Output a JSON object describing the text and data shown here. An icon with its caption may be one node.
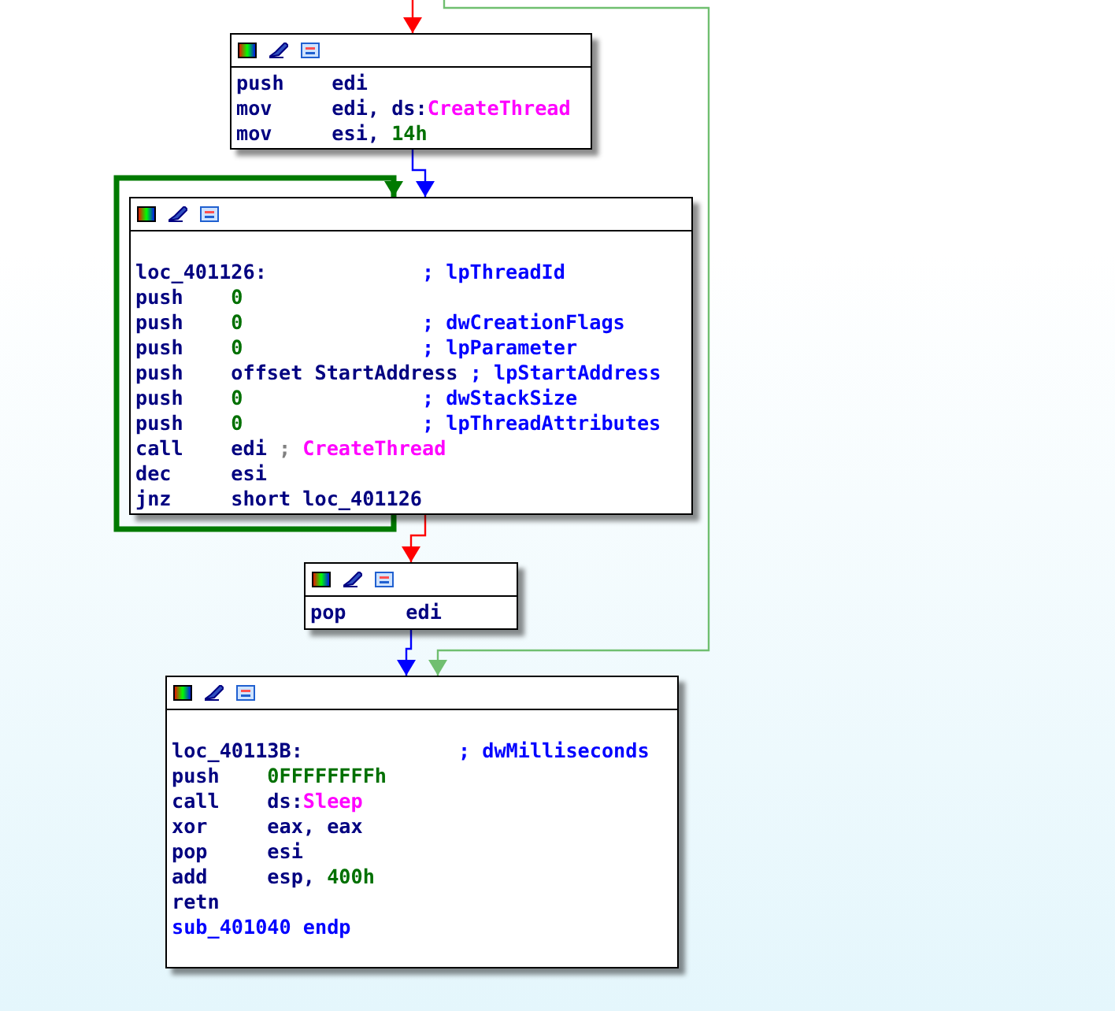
{
  "diagram": {
    "nodes": [
      {
        "text": [
          "push edi",
          "mov edi, ds:CreateThread",
          "mov esi, 14h"
        ]
      },
      {
        "text": [
          "loc_401126: ; lpThreadId",
          "push 0",
          "push 0 ; dwCreationFlags",
          "push 0 ; lpParameter",
          "push offset StartAddress ; lpStartAddress",
          "push 0 ; dwStackSize",
          "push 0 ; lpThreadAttributes",
          "call edi ; CreateThread",
          "dec esi",
          "jnz short loc_401126"
        ]
      },
      {
        "text": [
          "pop edi"
        ]
      },
      {
        "text": [
          "loc_40113B: ; dwMilliseconds",
          "push 0FFFFFFFFh",
          "call ds:Sleep",
          "xor eax, eax",
          "pop esi",
          "add esp, 400h",
          "retn",
          "sub_401040 endp"
        ]
      }
    ],
    "edges": [
      {
        "from": null,
        "to": 0,
        "arrow": "to",
        "color": "#ff0000"
      },
      {
        "from": null,
        "to": 3,
        "arrow": "to",
        "color": "#70bf70"
      },
      {
        "from": 0,
        "to": 1,
        "arrow": "to",
        "color": "#0000ff"
      },
      {
        "from": 1,
        "to": 1,
        "arrow": "to",
        "color": "#007a00",
        "style": "thick"
      },
      {
        "from": 1,
        "to": 2,
        "arrow": "to",
        "color": "#ff0000"
      },
      {
        "from": 2,
        "to": 3,
        "arrow": "to",
        "color": "#0000ff"
      }
    ]
  }
}
